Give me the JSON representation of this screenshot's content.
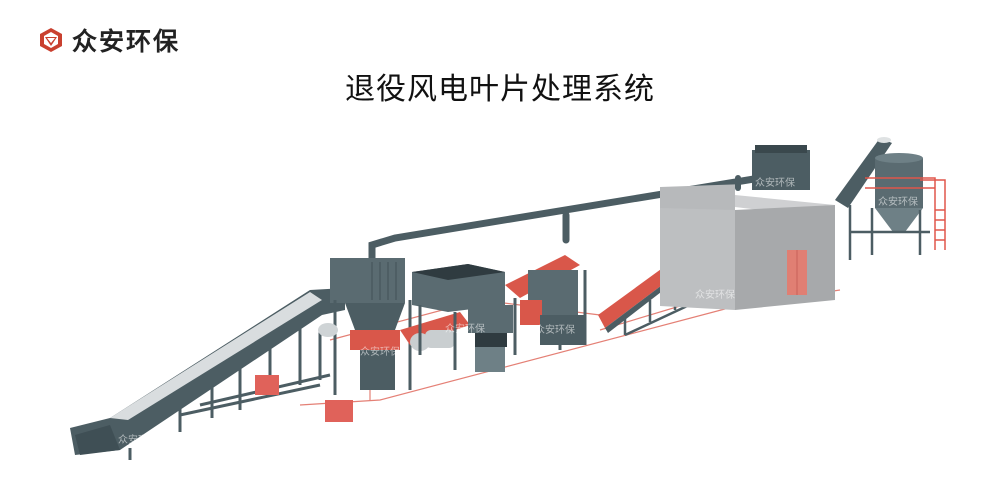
{
  "brand": {
    "name": "众安环保",
    "logo_icon": "diamond-hexagon-logo",
    "color": "#c9402f"
  },
  "title": "退役风电叶片处理系统",
  "illustration": {
    "subject": "retired wind turbine blade processing line",
    "watermark": "众安环保",
    "colors": {
      "steel": "#4c5d63",
      "steel_light": "#6e8086",
      "accent_red": "#d9574a",
      "cabin_gray": "#b7b9bb",
      "floor_line": "#e06a5e"
    },
    "equipment": [
      {
        "name": "inclined-chain-conveyor"
      },
      {
        "name": "primary-shredder"
      },
      {
        "name": "hopper"
      },
      {
        "name": "belt-conveyor"
      },
      {
        "name": "secondary-shredder"
      },
      {
        "name": "inclined-belt-conveyor"
      },
      {
        "name": "grinding-room"
      },
      {
        "name": "dust-collector"
      },
      {
        "name": "storage-silo"
      },
      {
        "name": "air-duct"
      }
    ]
  }
}
